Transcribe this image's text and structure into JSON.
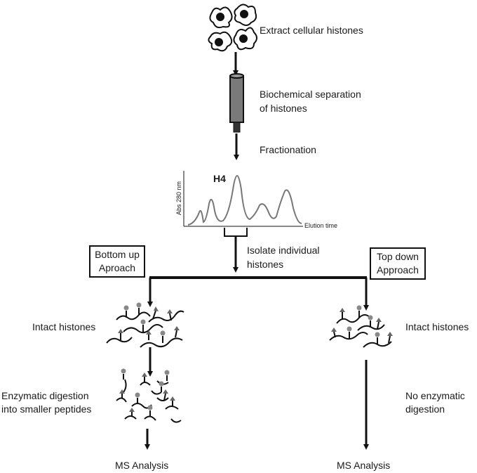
{
  "steps": {
    "extract": "Extract cellular histones",
    "separation_line1": "Biochemical separation",
    "separation_line2": "of histones",
    "fractionation": "Fractionation",
    "isolate_line1": "Isolate individual",
    "isolate_line2": "histones"
  },
  "chromatogram": {
    "peak_label": "H4",
    "y_axis_label": "Abs 280 nm",
    "x_axis_label": "Elution time"
  },
  "bottom_up": {
    "title_line1": "Bottom up",
    "title_line2": "Aproach",
    "intact": "Intact histones",
    "digestion_line1": "Enzymatic digestion",
    "digestion_line2": "into smaller peptides",
    "ms": "MS Analysis"
  },
  "top_down": {
    "title_line1": "Top down",
    "title_line2": "Approach",
    "intact": "Intact histones",
    "no_digestion_line1": "No enzymatic",
    "no_digestion_line2": "digestion",
    "ms": "MS Analysis"
  }
}
